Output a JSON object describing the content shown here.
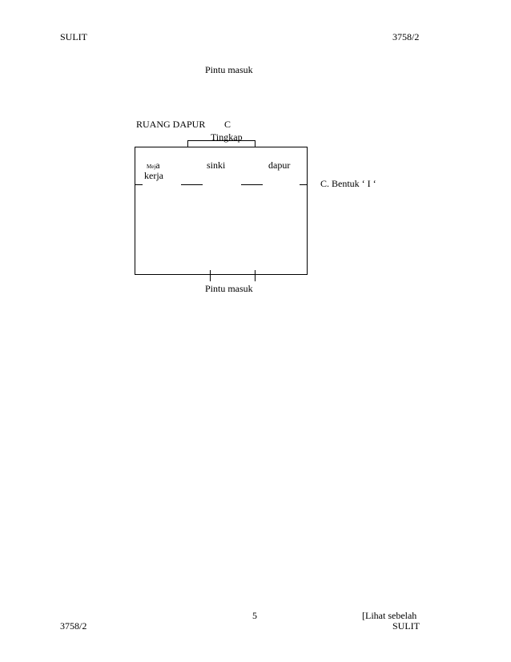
{
  "header": {
    "left": "SULIT",
    "right": "3758/2"
  },
  "top_label": "Pintu  masuk",
  "diagram": {
    "title": "RUANG DAPUR",
    "title_letter": "C",
    "window_label": "Tingkap",
    "meja_small": "Mej",
    "meja_rest": "a",
    "meja_line2": "kerja",
    "sink_label": "sinki",
    "stove_label": "dapur",
    "side_caption": "C.  Bentuk   ‘  I ‘",
    "door_label": "Pintu  masuk"
  },
  "footer": {
    "page_number": "5",
    "right_line1": "[Lihat sebelah",
    "left_code": "3758/2",
    "right_line2": "SULIT"
  }
}
